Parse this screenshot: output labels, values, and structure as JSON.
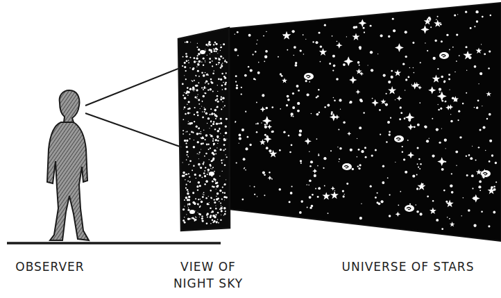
{
  "diagram": {
    "labels": [
      "OBSERVER",
      "VIEW OF NIGHT SKY",
      "UNIVERSE OF STARS"
    ]
  }
}
